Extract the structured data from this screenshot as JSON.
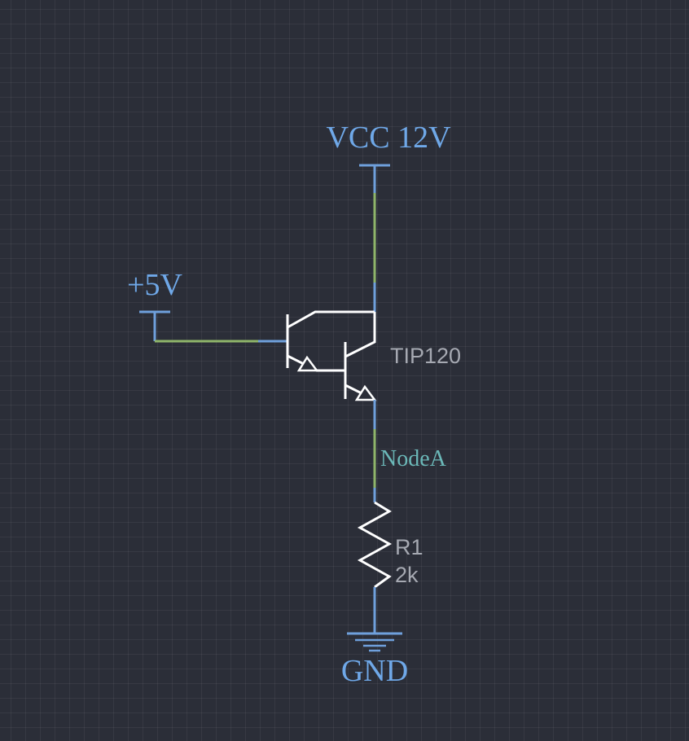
{
  "colors": {
    "background": "#2b2e38",
    "grid": "#3a3d48",
    "wire_pin": "#6fa0dc",
    "wire_net": "#8fb56a",
    "component": "#ffffff",
    "power_label": "#6fa8e8",
    "net_label": "#6bb8b8",
    "component_label": "#a6a9b2"
  },
  "labels": {
    "vcc": "VCC 12V",
    "vin": "+5V",
    "transistor": "TIP120",
    "node": "NodeA",
    "resistor_ref": "R1",
    "resistor_value": "2k",
    "gnd": "GND"
  },
  "icons": {
    "vcc": "power-rail-icon",
    "vin": "power-rail-icon",
    "transistor": "darlington-npn-icon",
    "resistor": "resistor-icon",
    "gnd": "ground-icon"
  }
}
